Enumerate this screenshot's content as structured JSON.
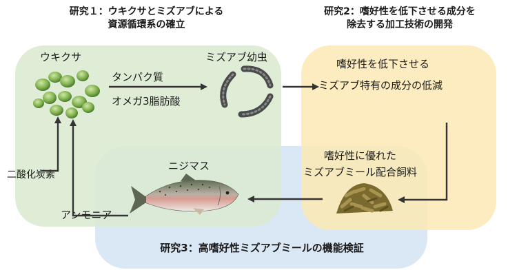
{
  "research1": {
    "title_line1": "研究１：ウキクサとミズアブによる",
    "title_line2": "資源循環系の確立"
  },
  "research2": {
    "title_line1": "研究2：嗜好性を低下させる成分を",
    "title_line2": "除去する加工技術の開発"
  },
  "research3": {
    "title": "研究3：高嗜好性ミズアブミールの機能検証"
  },
  "nodes": {
    "duckweed": "ウキクサ",
    "larvae": "ミズアブ幼虫",
    "trout": "ニジマス",
    "feed_line1": "嗜好性に優れた",
    "feed_line2": "ミズアブミール配合飼料",
    "reduce_line1": "嗜好性を低下させる",
    "reduce_line2": "ミズアブ特有の成分の低減"
  },
  "flows": {
    "protein": "タンパク質",
    "omega3": "オメガ3脂肪酸",
    "co2": "二酸化炭素",
    "ammonia": "アンモニア"
  },
  "colors": {
    "green_region": "#d9ead0",
    "yellow_region": "#fbe9b4",
    "blue_region": "#d6e4f4",
    "arrow": "#333333"
  }
}
